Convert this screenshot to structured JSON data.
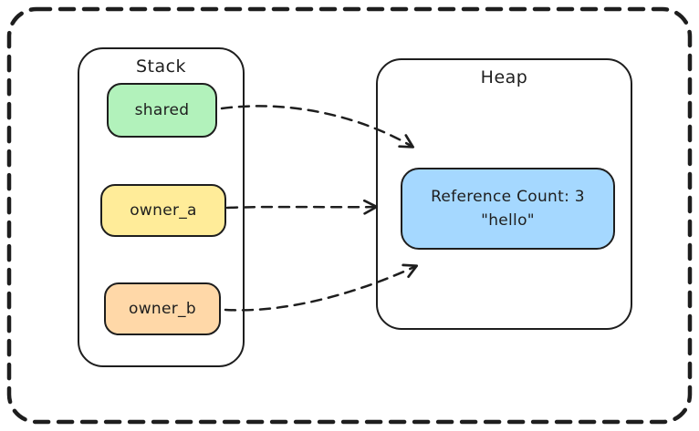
{
  "stack": {
    "title": "Stack",
    "items": [
      {
        "label": "shared",
        "fill": "#b2f2bb"
      },
      {
        "label": "owner_a",
        "fill": "#ffec99"
      },
      {
        "label": "owner_b",
        "fill": "#ffd8a8"
      }
    ]
  },
  "heap": {
    "title": "Heap",
    "value_box": {
      "line1": "Reference Count: 3",
      "line2": "\"hello\"",
      "fill": "#a5d8ff"
    }
  },
  "arrows": [
    {
      "from": "shared",
      "to": "heap-value"
    },
    {
      "from": "owner_a",
      "to": "heap-value"
    },
    {
      "from": "owner_b",
      "to": "heap-value"
    }
  ],
  "colors": {
    "stroke": "#1e1e1e",
    "background": "#ffffff"
  }
}
